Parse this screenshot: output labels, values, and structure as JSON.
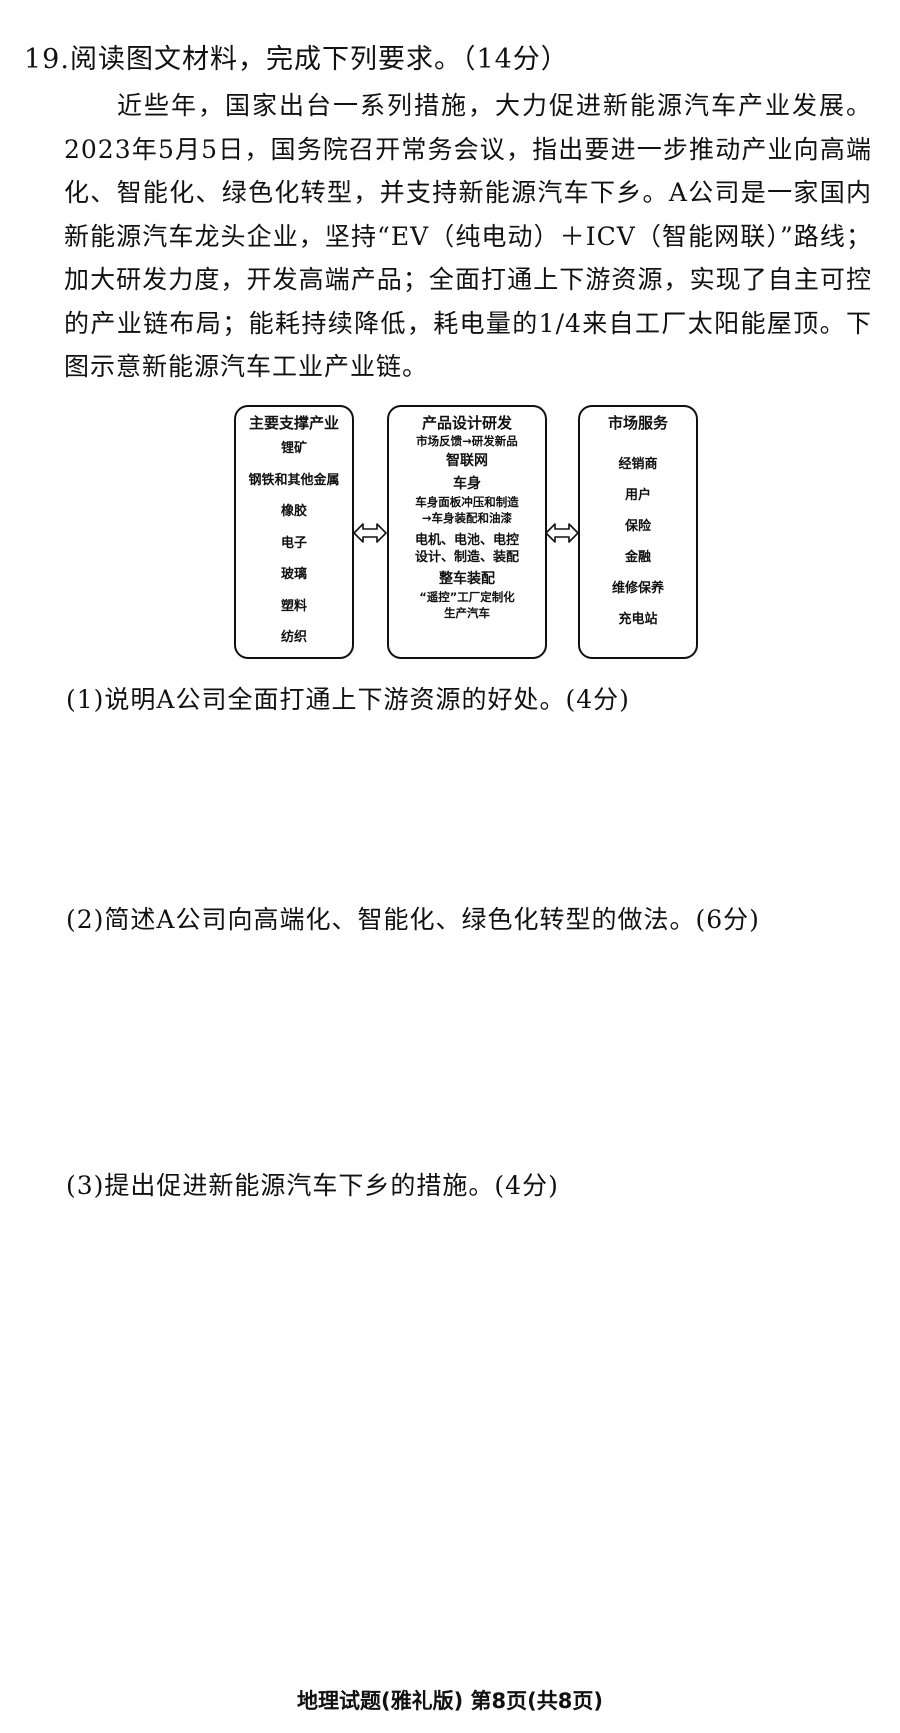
{
  "question": {
    "title": "19.阅读图文材料，完成下列要求。（14分）",
    "paragraph": "近些年，国家出台一系列措施，大力促进新能源汽车产业发展。2023年5月5日，国务院召开常务会议，指出要进一步推动产业向高端化、智能化、绿色化转型，并支持新能源汽车下乡。A公司是一家国内新能源汽车龙头企业，坚持“EV（纯电动）＋ICV（智能网联）”路线；加大研发力度，开发高端产品；全面打通上下游资源，实现了自主可控的产业链布局；能耗持续降低，耗电量的1/4来自工厂太阳能屋顶。下图示意新能源汽车工业产业链。"
  },
  "diagram": {
    "left": {
      "title": "主要支撑产业",
      "items": [
        "锂矿",
        "钢铁和其他金属",
        "橡胶",
        "电子",
        "玻璃",
        "塑料",
        "纺织"
      ]
    },
    "middle": {
      "title": "产品设计研发",
      "subtitle": "市场反馈→研发新品",
      "section1": "智联网",
      "section2": "车身",
      "section2_line1": "车身面板冲压和制造",
      "section2_line2": "→车身装配和油漆",
      "section3_line1": "电机、电池、电控",
      "section3_line2": "设计、制造、装配",
      "section4": "整车装配",
      "section4_line1": "“遥控”工厂定制化",
      "section4_line2": "生产汽车"
    },
    "right": {
      "title": "市场服务",
      "items": [
        "经销商",
        "用户",
        "保险",
        "金融",
        "维修保养",
        "充电站"
      ]
    }
  },
  "subquestions": {
    "q1": "(1)说明A公司全面打通上下游资源的好处。(4分)",
    "q2": "(2)简述A公司向高端化、智能化、绿色化转型的做法。(6分)",
    "q3": "(3)提出促进新能源汽车下乡的措施。(4分)"
  },
  "footer": "地理试题(雅礼版)  第8页(共8页)"
}
